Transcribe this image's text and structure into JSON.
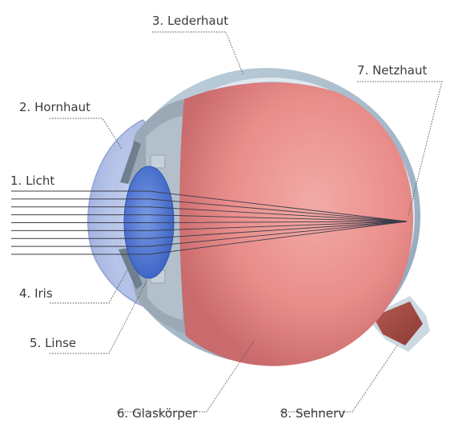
{
  "labels": {
    "licht": "1. Licht",
    "hornhaut": "2. Hornhaut",
    "lederhaut": "3. Lederhaut",
    "iris": "4. Iris",
    "linse": "5. Linse",
    "glaskoerper": "6. Glaskörper",
    "netzhaut": "7. Netzhaut",
    "sehnerv": "8. Sehnerv"
  },
  "colors": {
    "sclera": "#a9bfcf",
    "cornea": "#b7c4e8",
    "vitreous": "#e88d8a",
    "lens": "#4f79d4",
    "nerve": "#a24d45"
  },
  "light_ray_count": 9
}
